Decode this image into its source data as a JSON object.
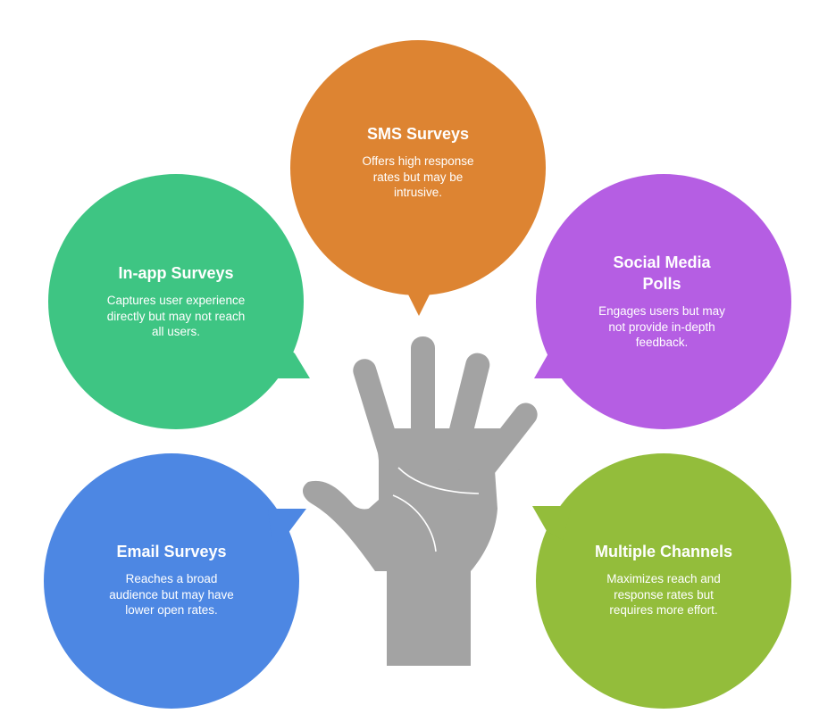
{
  "diagram": {
    "center_icon": "raised-hand-icon",
    "bubbles": [
      {
        "id": "sms",
        "title": "SMS Surveys",
        "description": "Offers high response rates but may be intrusive.",
        "color": "#DD8432"
      },
      {
        "id": "in-app",
        "title": "In-app Surveys",
        "description": "Captures user experience directly but may not reach all users.",
        "color": "#3EC583"
      },
      {
        "id": "social",
        "title": "Social Media Polls",
        "description": "Engages users but may not provide in-depth feedback.",
        "color": "#B55EE3"
      },
      {
        "id": "email",
        "title": "Email Surveys",
        "description": "Reaches a broad audience but may have lower open rates.",
        "color": "#4D87E3"
      },
      {
        "id": "multi",
        "title": "Multiple Channels",
        "description": "Maximizes reach and response rates but requires more effort.",
        "color": "#93BD3B"
      }
    ],
    "hand_color": "#A3A3A3"
  }
}
